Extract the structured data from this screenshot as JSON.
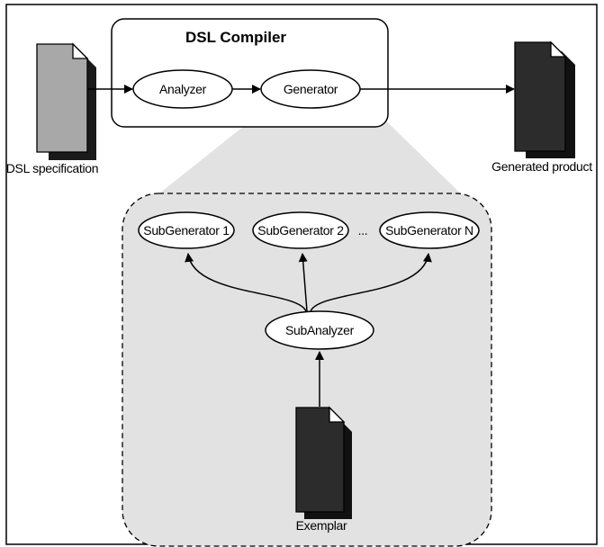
{
  "compiler": {
    "title": "DSL Compiler",
    "analyzer": "Analyzer",
    "generator": "Generator"
  },
  "inputs": {
    "dsl_spec": "DSL specification",
    "generated_product": "Generated product",
    "exemplar": "Exemplar"
  },
  "expansion": {
    "subgen1": "SubGenerator 1",
    "subgen2": "SubGenerator 2",
    "ellipsis": "...",
    "subgenN": "SubGenerator N",
    "subanalyzer": "SubAnalyzer"
  },
  "colors": {
    "light_doc": "#a8a8a8",
    "dark_doc": "#2c2c2c",
    "shade": "#e2e2e2",
    "stroke": "#000000"
  }
}
